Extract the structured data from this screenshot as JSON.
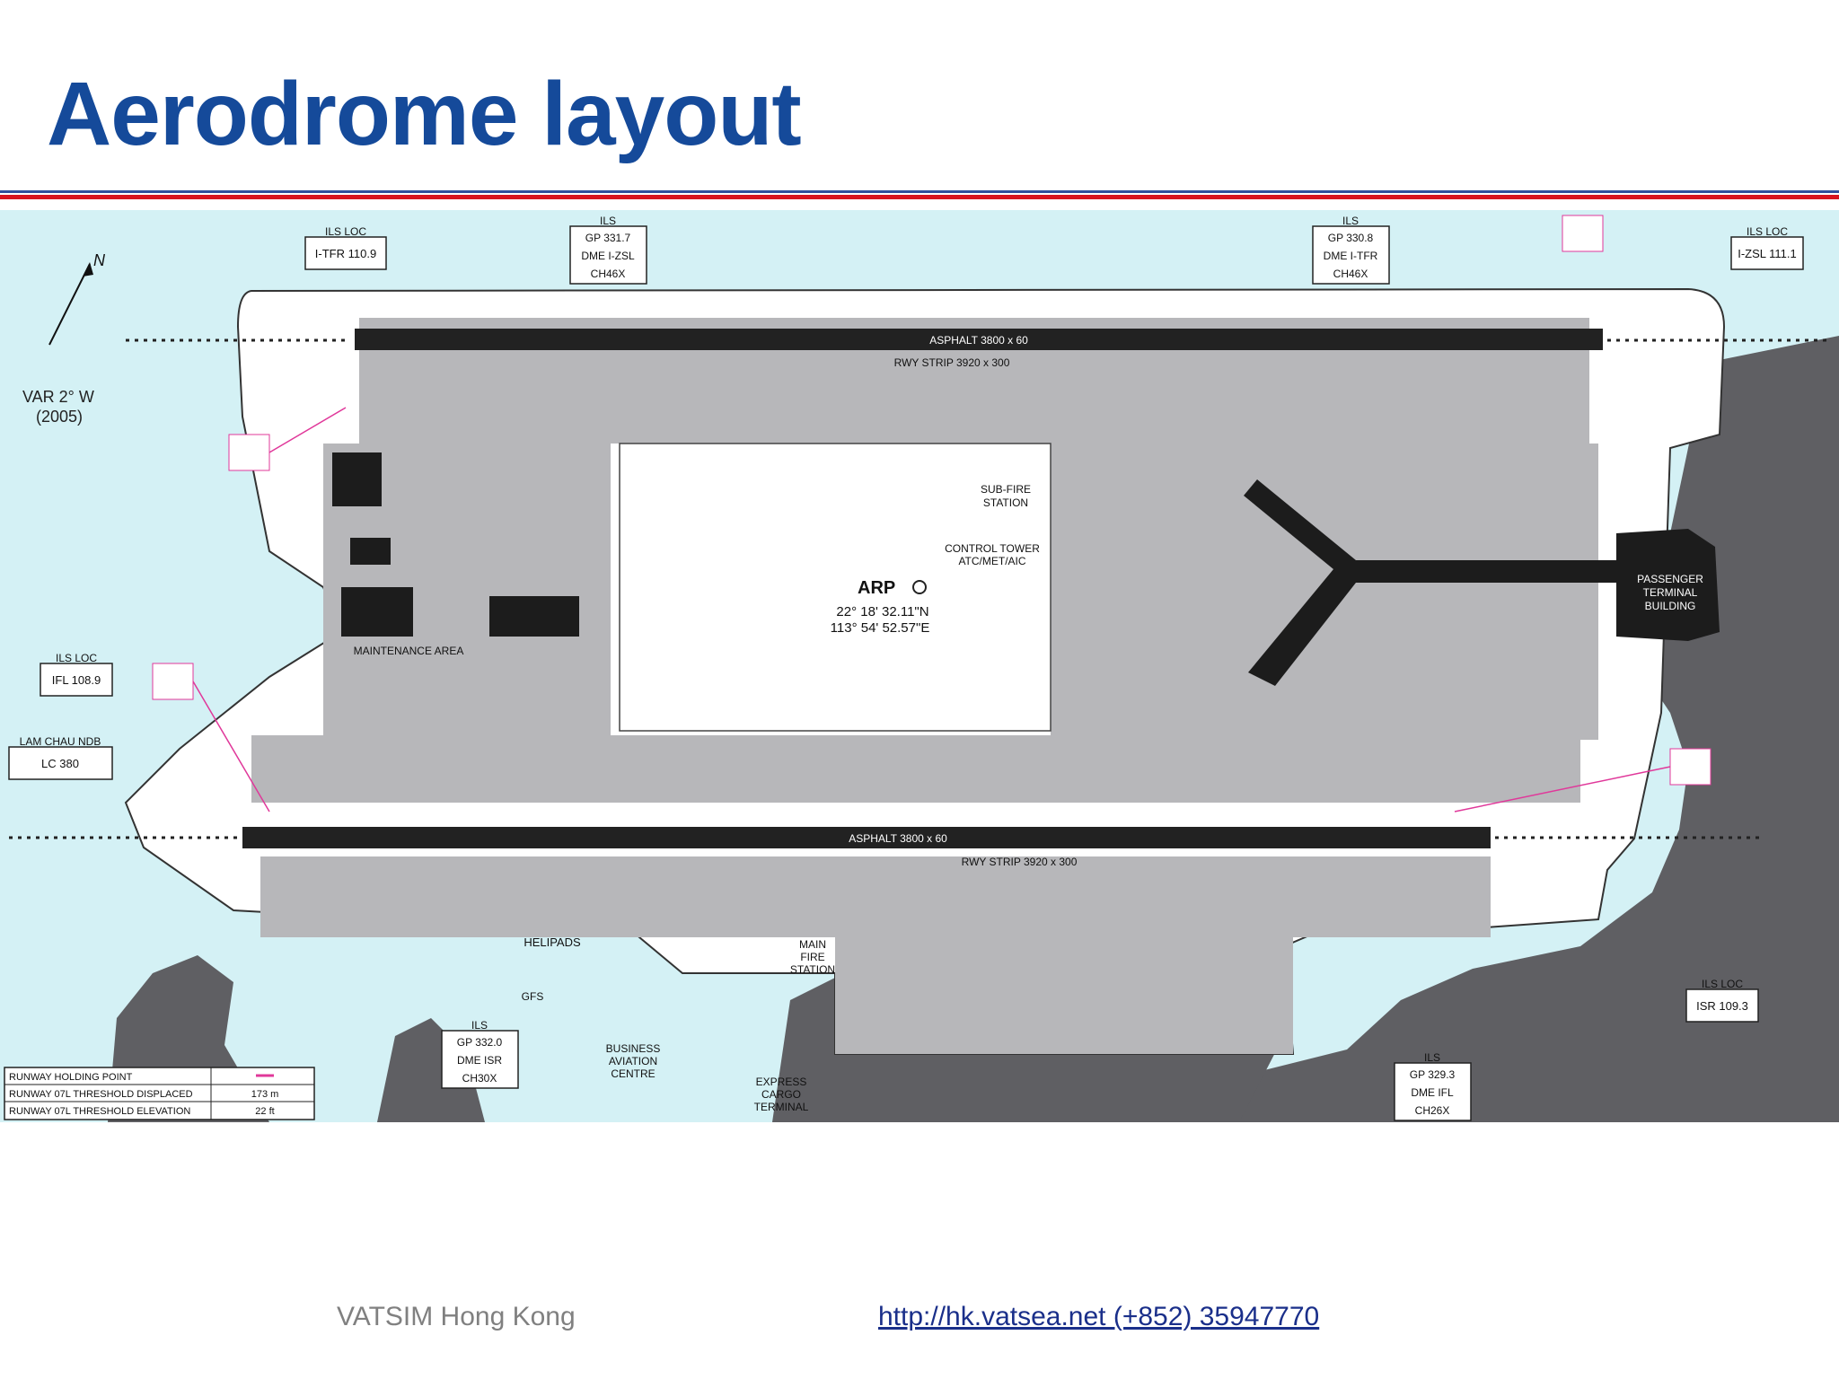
{
  "slide": {
    "title": "Aerodrome layout",
    "footer_left": "VATSIM Hong Kong",
    "footer_link": "http://hk.vatsea.net  (+852) 35947770"
  },
  "colors": {
    "title": "#154a9a",
    "rule_red": "#d7141f",
    "sea": "#d4f1f5",
    "land": "#5f5f63",
    "paved": "#b7b7ba",
    "runway": "#222222",
    "holding_point": "#e0389a"
  },
  "chart_labels": {
    "north": "N",
    "var": "VAR 2° W",
    "var_year": "(2005)",
    "ils_loc_nw_title": "ILS LOC",
    "ils_loc_nw_freq": "I-TFR 110.9",
    "ils_gp_n_title": "ILS",
    "ils_gp_n_freq": "GP 331.7",
    "ils_gp_n_dme": "DME I-ZSL",
    "ils_gp_n_ch": "CH46X",
    "ils_gp_ne_title": "ILS",
    "ils_gp_ne_freq": "GP 330.8",
    "ils_gp_ne_dme": "DME I-TFR",
    "ils_gp_ne_ch": "CH46X",
    "ils_loc_ne_title": "ILS LOC",
    "ils_loc_ne_freq": "I-ZSL 111.1",
    "ils_loc_w_title": "ILS LOC",
    "ils_loc_w_freq": "IFL 108.9",
    "ndb_title": "LAM CHAU NDB",
    "ndb_freq": "LC 380",
    "ils_loc_se_title": "ILS LOC",
    "ils_loc_se_freq": "ISR 109.3",
    "ils_gp_s_title": "ILS",
    "ils_gp_s_freq": "GP 332.0",
    "ils_gp_s_dme": "DME ISR",
    "ils_gp_s_ch": "CH30X",
    "ils_gp_se_title": "ILS",
    "ils_gp_se_freq": "GP 329.3",
    "ils_gp_se_dme": "DME IFL",
    "ils_gp_se_ch": "CH26X",
    "rwy_north": "ASPHALT   3800 x 60",
    "rwy_south": "ASPHALT   3800 x 60",
    "strip_north": "RWY STRIP 3920 x 300",
    "strip_south": "RWY STRIP 3920 x 300",
    "arp": "ARP",
    "arp_lat": "22° 18' 32.11\"N",
    "arp_lon": "113° 54' 52.57\"E",
    "sub_fire": "SUB-FIRE",
    "sub_fire_2": "STATION",
    "control_tower": "CONTROL TOWER",
    "control_tower_2": "ATC/MET/AIC",
    "passenger_terminal": "PASSENGER",
    "passenger_terminal_2": "TERMINAL",
    "passenger_terminal_3": "BUILDING",
    "maintenance_area": "MAINTENANCE  AREA",
    "helipads": "HELIPADS",
    "gfs": "GFS",
    "main_fire": "MAIN",
    "main_fire_2": "FIRE",
    "main_fire_3": "STATION",
    "business_aviation": "BUSINESS",
    "business_aviation_2": "AVIATION",
    "business_aviation_3": "CENTRE",
    "express_cargo": "EXPRESS",
    "express_cargo_2": "CARGO",
    "express_cargo_3": "TERMINAL",
    "legend_row1": "RUNWAY HOLDING POINT",
    "legend_row2": "RUNWAY 07L THRESHOLD DISPLACED",
    "legend_row2_val": "173 m",
    "legend_row3": "RUNWAY 07L THRESHOLD ELEVATION",
    "legend_row3_val": "22 ft"
  }
}
